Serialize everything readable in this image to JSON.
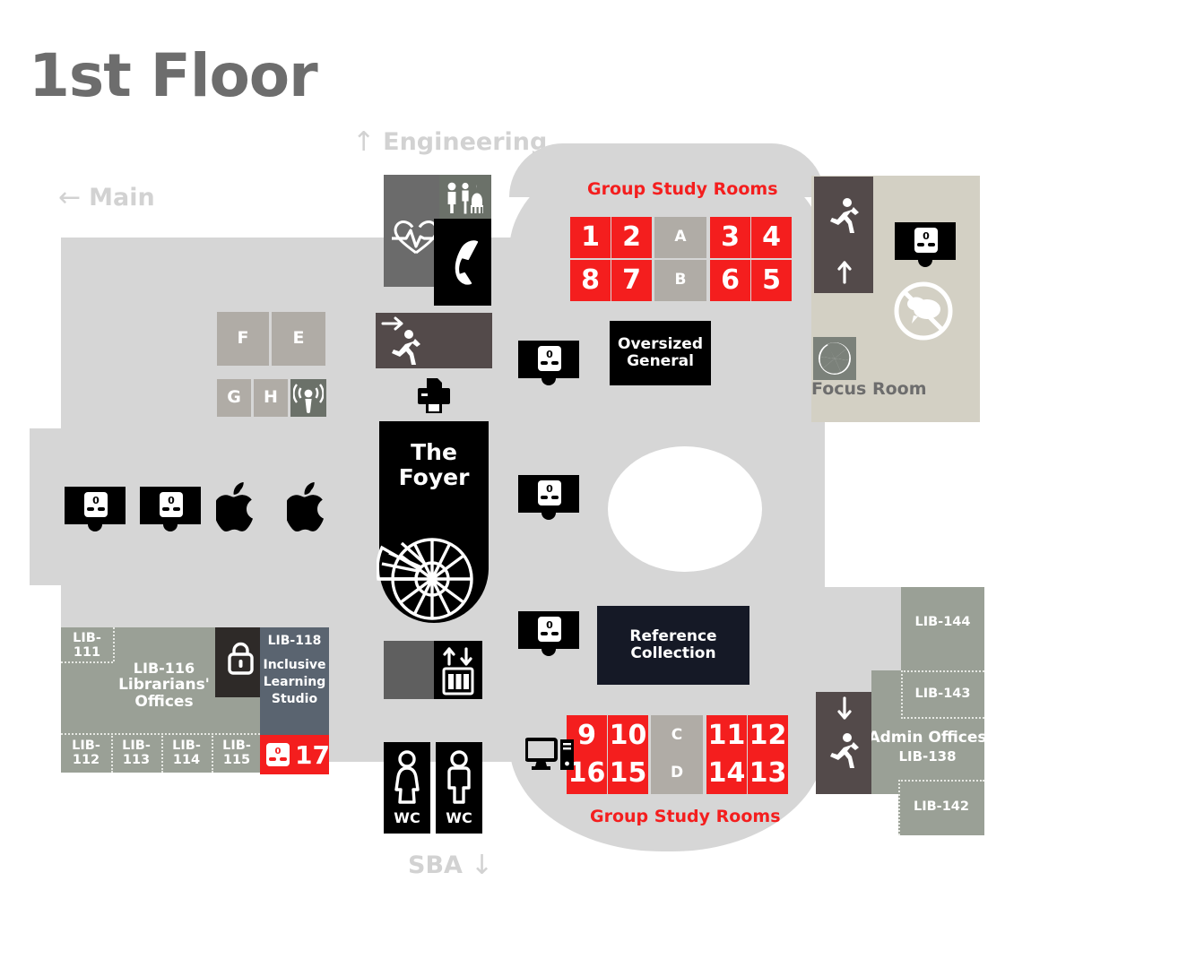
{
  "page": {
    "title": "1st Floor",
    "title_color": "#6d6d6d",
    "accent_red": "#f41e1e",
    "floor_color": "#d6d6d6",
    "room_color": "#9aa096",
    "beige_color": "#d3d0c4",
    "exit_color": "#534a4a"
  },
  "wayfinding": [
    {
      "label": "Main",
      "arrow": "←",
      "position": "left",
      "name": "main-entrance-direction"
    },
    {
      "label": "Engineering",
      "arrow": "↑",
      "position": "top",
      "name": "engineering-direction"
    },
    {
      "label": "SBA",
      "arrow": "↓",
      "position": "bottom",
      "name": "sba-direction"
    }
  ],
  "group_study": {
    "top_label": "Group Study Rooms",
    "bottom_label": "Group Study Rooms",
    "top_rows": [
      [
        "1",
        "2",
        "A",
        "3",
        "4"
      ],
      [
        "8",
        "7",
        "B",
        "6",
        "5"
      ]
    ],
    "bottom_rows": [
      [
        "9",
        "10",
        "C",
        "11",
        "12"
      ],
      [
        "16",
        "15",
        "D",
        "14",
        "13"
      ]
    ],
    "letter_rooms": [
      "A",
      "B",
      "C",
      "D"
    ]
  },
  "collections": [
    {
      "name": "oversized-general",
      "line1": "Oversized",
      "line2": "General"
    },
    {
      "name": "reference-collection",
      "line1": "Reference",
      "line2": "Collection"
    }
  ],
  "foyer": {
    "line1": "The",
    "line2": "Foyer"
  },
  "quiet_rooms": [
    {
      "label": "F",
      "name": "study-room-f"
    },
    {
      "label": "E",
      "name": "study-room-e"
    },
    {
      "label": "G",
      "name": "study-room-g"
    },
    {
      "label": "H",
      "name": "study-room-h"
    }
  ],
  "left_wing": {
    "rooms_top": [
      {
        "code": "LIB-111",
        "name": "room-lib-111"
      }
    ],
    "librarians": {
      "code": "LIB-116",
      "line1": "Librarians'",
      "line2": "Offices",
      "name": "librarians-offices"
    },
    "inclusive": {
      "code": "LIB-118",
      "line1": "Inclusive",
      "line2": "Learning",
      "line3": "Studio",
      "name": "inclusive-learning-studio"
    },
    "rooms_bottom": [
      {
        "code": "LIB-112",
        "name": "room-lib-112"
      },
      {
        "code": "LIB-113",
        "name": "room-lib-113"
      },
      {
        "code": "LIB-114",
        "name": "room-lib-114"
      },
      {
        "code": "LIB-115",
        "name": "room-lib-115"
      }
    ],
    "room_17": "17"
  },
  "right_wing": {
    "rooms": [
      {
        "code": "LIB-144",
        "name": "room-lib-144"
      },
      {
        "code": "LIB-143",
        "name": "room-lib-143"
      },
      {
        "code": "LIB-142",
        "name": "room-lib-142"
      }
    ],
    "admin": {
      "line1": "Admin Offices",
      "code": "LIB-138",
      "name": "admin-offices"
    }
  },
  "focus_room": {
    "label": "Focus Room",
    "name": "focus-room"
  },
  "restrooms": [
    {
      "label": "WC",
      "name": "restroom-female"
    },
    {
      "label": "WC",
      "name": "restroom-male"
    }
  ],
  "icons": [
    {
      "name": "prayer-room-icon"
    },
    {
      "name": "wellbeing-heartbeat-icon"
    },
    {
      "name": "telephone-icon"
    },
    {
      "name": "fire-exit-right-icon"
    },
    {
      "name": "fire-exit-up-icon"
    },
    {
      "name": "fire-exit-down-icon"
    },
    {
      "name": "printer-icon"
    },
    {
      "name": "spiral-staircase-icon"
    },
    {
      "name": "lift-icon"
    },
    {
      "name": "lock-icon"
    },
    {
      "name": "podcast-icon"
    },
    {
      "name": "no-talking-icon"
    },
    {
      "name": "camera-aperture-icon"
    },
    {
      "name": "power-socket-icon"
    },
    {
      "name": "apple-logo-icon"
    },
    {
      "name": "desktop-computer-icon"
    }
  ]
}
